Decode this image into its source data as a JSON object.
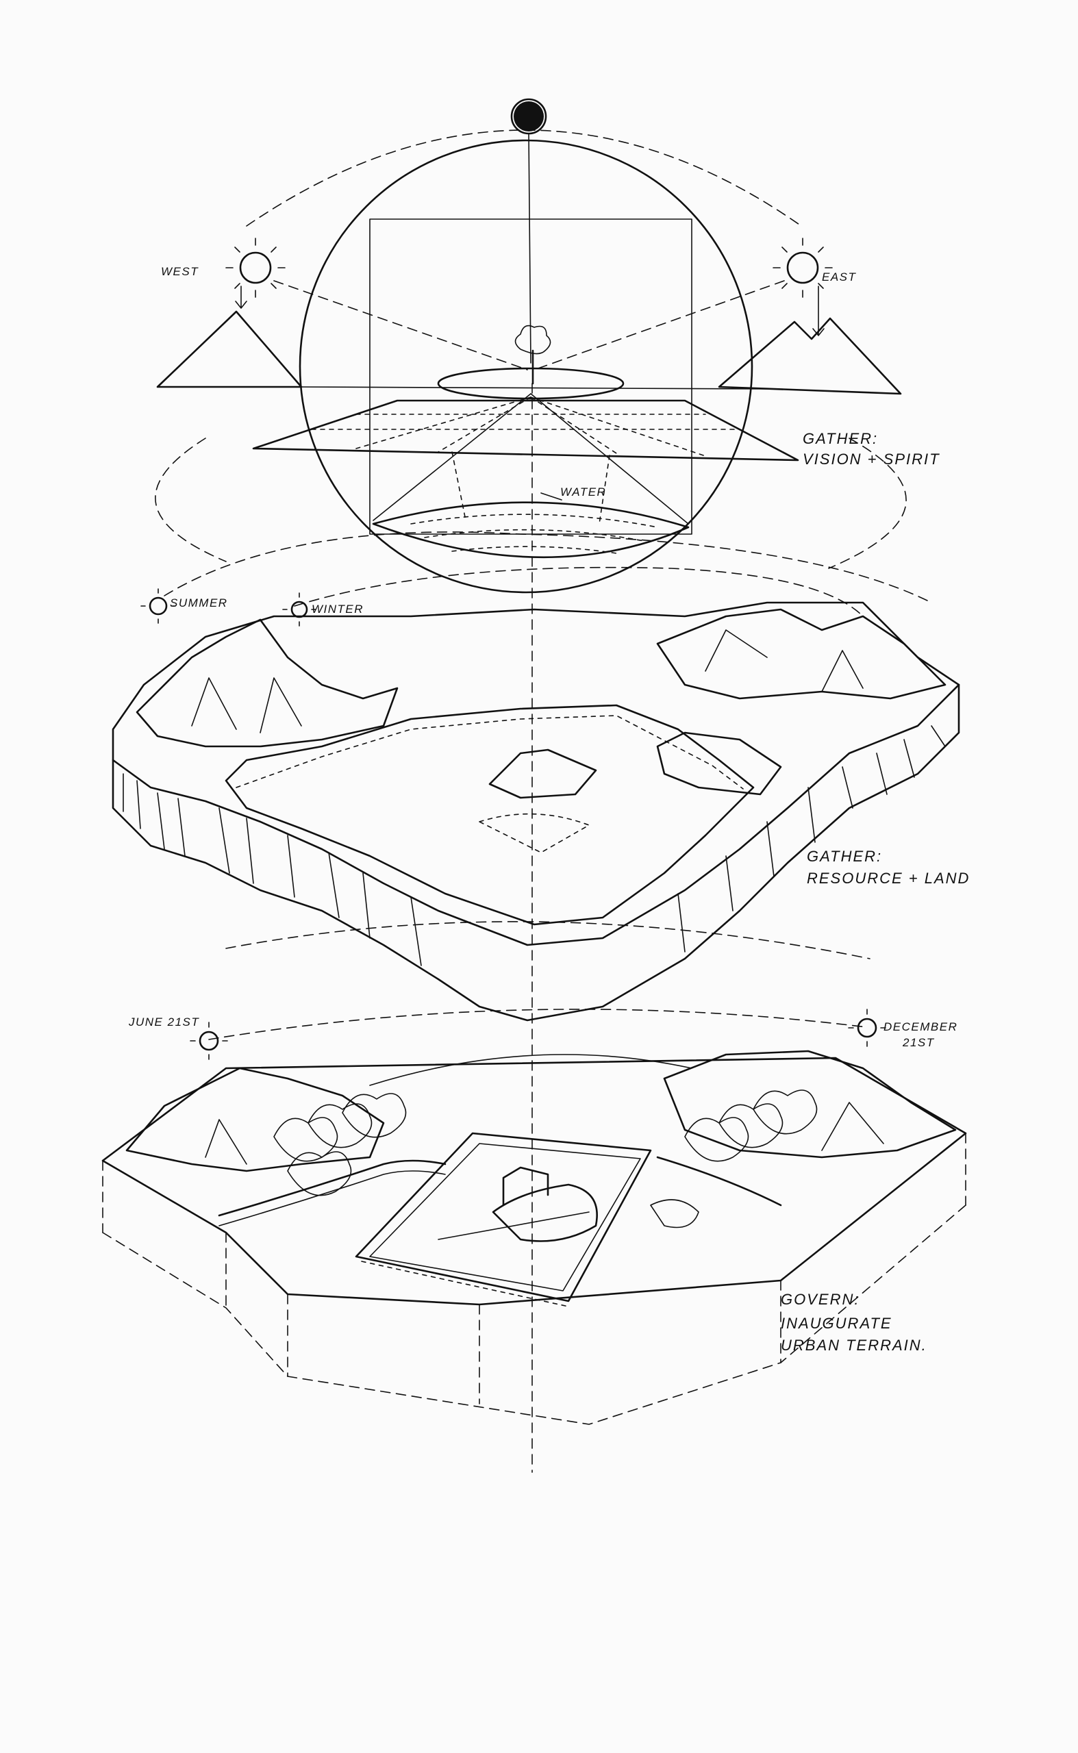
{
  "labels": {
    "west": "WEST",
    "east": "EAST",
    "gather_vision": "GATHER:",
    "vision_spirit": "VISION + SPIRIT",
    "water": "WATER",
    "summer": "SUMMER",
    "winter": "WINTER",
    "gather_resource": "GATHER:",
    "resource_land": "RESOURCE + LAND",
    "june": "JUNE 21ST",
    "december": "DECEMBER",
    "december_day": "21ST",
    "govern": "GOVERN:",
    "inaugurate": "INAUGURATE",
    "urban_terrain": "URBAN TERRAIN."
  },
  "palette": {
    "ink": "#111111",
    "paper": "#fbfbfb"
  },
  "icons": [
    "moon-icon",
    "sun-icon",
    "tree-icon"
  ]
}
